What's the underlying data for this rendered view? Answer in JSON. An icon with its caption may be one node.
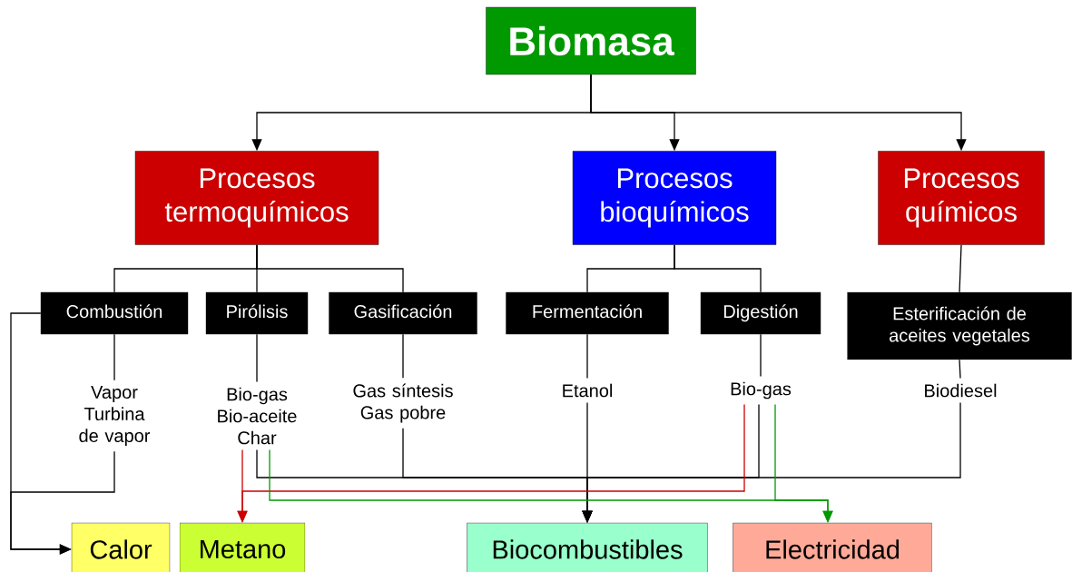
{
  "diagram": {
    "nodes": [
      {
        "text": [
          "Biomasa"
        ]
      },
      {
        "text": [
          "Procesos termoquímicos"
        ]
      },
      {
        "text": [
          "Procesos bioquímicos"
        ]
      },
      {
        "text": [
          "Procesos químicos"
        ]
      },
      {
        "text": [
          "Combustión"
        ]
      },
      {
        "text": [
          "Pirólisis"
        ]
      },
      {
        "text": [
          "Gasificación"
        ]
      },
      {
        "text": [
          "Fermentación"
        ]
      },
      {
        "text": [
          "Digestión"
        ]
      },
      {
        "text": [
          "Esterificación de aceites vegetales"
        ]
      },
      {
        "text": [
          "Vapor Turbina de vapor"
        ]
      },
      {
        "text": [
          "Bio-gas Bio-aceite Char"
        ]
      },
      {
        "text": [
          "Gas síntesis Gas pobre"
        ]
      },
      {
        "text": [
          "Etanol"
        ]
      },
      {
        "text": [
          "Bio-gas"
        ]
      },
      {
        "text": [
          "Biodiesel"
        ]
      },
      {
        "text": [
          "Calor"
        ]
      },
      {
        "text": [
          "Metano"
        ]
      },
      {
        "text": [
          "Biocombustibles"
        ]
      },
      {
        "text": [
          "Electricidad"
        ]
      }
    ],
    "edges": [
      {
        "from": 0,
        "to": 1,
        "arrow": "to"
      },
      {
        "from": 0,
        "to": 2,
        "arrow": "to"
      },
      {
        "from": 0,
        "to": 3,
        "arrow": "to"
      },
      {
        "from": 1,
        "to": 4,
        "arrow": "none"
      },
      {
        "from": 1,
        "to": 5,
        "arrow": "none"
      },
      {
        "from": 1,
        "to": 6,
        "arrow": "none"
      },
      {
        "from": 2,
        "to": 7,
        "arrow": "none"
      },
      {
        "from": 2,
        "to": 8,
        "arrow": "none"
      },
      {
        "from": 3,
        "to": 9,
        "arrow": "none"
      },
      {
        "from": 4,
        "to": 10,
        "arrow": "none"
      },
      {
        "from": 5,
        "to": 11,
        "arrow": "none"
      },
      {
        "from": 6,
        "to": 12,
        "arrow": "none"
      },
      {
        "from": 7,
        "to": 13,
        "arrow": "none"
      },
      {
        "from": 8,
        "to": 14,
        "arrow": "none"
      },
      {
        "from": 9,
        "to": 15,
        "arrow": "none"
      },
      {
        "from": 4,
        "to": 16,
        "arrow": "to"
      },
      {
        "from": 10,
        "to": 16,
        "arrow": "to"
      },
      {
        "from": 11,
        "to": 18,
        "arrow": "to"
      },
      {
        "from": 12,
        "to": 18,
        "arrow": "to"
      },
      {
        "from": 13,
        "to": 18,
        "arrow": "to"
      },
      {
        "from": 14,
        "to": 18,
        "arrow": "to"
      },
      {
        "from": 15,
        "to": 18,
        "arrow": "to"
      },
      {
        "from": 11,
        "to": 17,
        "arrow": "to",
        "color": "#cc0000"
      },
      {
        "from": 14,
        "to": 17,
        "arrow": "to",
        "color": "#cc0000"
      },
      {
        "from": 11,
        "to": 19,
        "arrow": "to",
        "color": "#009900"
      },
      {
        "from": 14,
        "to": 19,
        "arrow": "to",
        "color": "#009900"
      }
    ]
  }
}
